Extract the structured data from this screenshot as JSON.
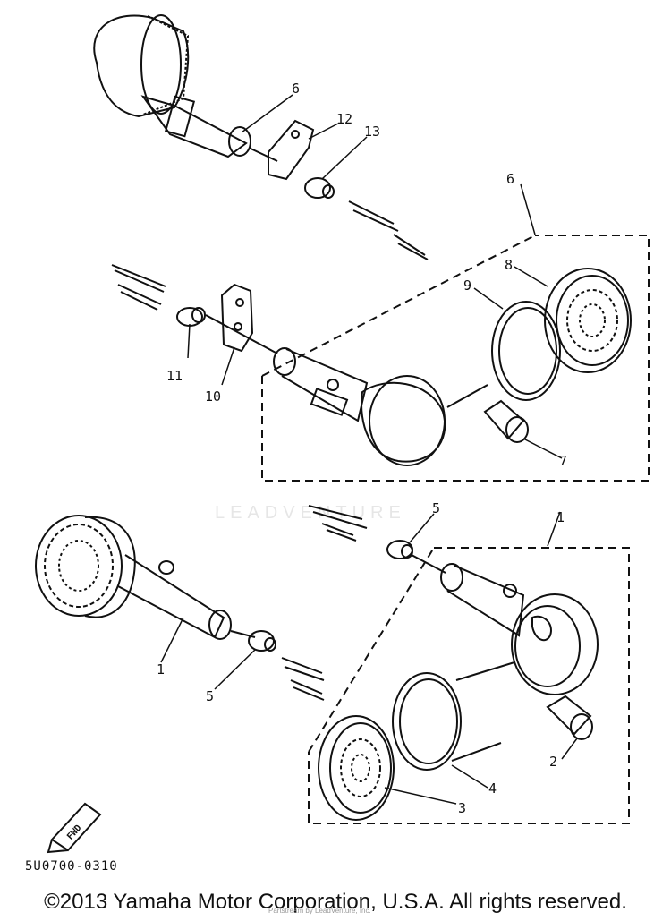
{
  "diagram": {
    "callouts": {
      "n1a": "1",
      "n1b": "1",
      "n2": "2",
      "n3": "3",
      "n4": "4",
      "n5a": "5",
      "n5b": "5",
      "n6a": "6",
      "n6b": "6",
      "n7": "7",
      "n8": "8",
      "n9": "9",
      "n10": "10",
      "n11": "11",
      "n12": "12",
      "n13": "13"
    },
    "fwd_label": "FWD",
    "part_code": "5U0700-0310",
    "watermark": "LEADVENTURE",
    "credit": "Partstream by LeadVenture, Inc.",
    "copyright": "©2013 Yamaha Motor Corporation, U.S.A. All rights reserved."
  }
}
